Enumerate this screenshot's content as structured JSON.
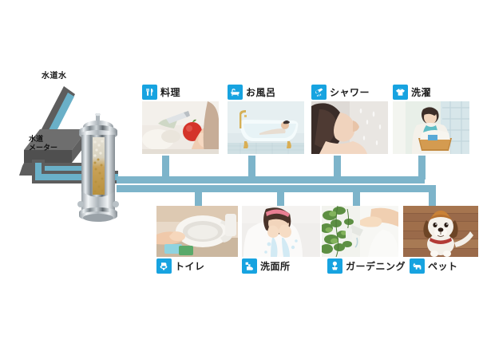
{
  "diagram": {
    "title": "Whole-house water purification system distribution diagram",
    "source_label": "水道水",
    "meter_label_line1": "水道",
    "meter_label_line2": "メーター",
    "pipe_color": "#7db4ca",
    "badge_color": "#17a3e0",
    "inlet_pipe_color": "#6ab0c8",
    "inlet_pipe_casing": "#5e5e5e"
  },
  "device": {
    "name": "water-purifier-unit",
    "body_color": "#c9cdd0",
    "media_color": "#c9a86a"
  },
  "top_row": [
    {
      "id": "cooking",
      "icon": "fork-knife-icon",
      "label": "料理",
      "photo": "kitchen-vegetables-photo"
    },
    {
      "id": "bath",
      "icon": "bathtub-icon",
      "label": "お風呂",
      "photo": "bathtub-person-photo"
    },
    {
      "id": "shower",
      "icon": "showerhead-icon",
      "label": "シャワー",
      "photo": "woman-shower-photo"
    },
    {
      "id": "laundry",
      "icon": "tshirt-icon",
      "label": "洗濯",
      "photo": "woman-laundry-basket-photo"
    }
  ],
  "bottom_row": [
    {
      "id": "toilet",
      "icon": "toilet-icon",
      "label": "トイレ",
      "photo": "toilet-cleaning-photo"
    },
    {
      "id": "washstand",
      "icon": "faucet-hand-icon",
      "label": "洗面所",
      "photo": "woman-washing-face-photo"
    },
    {
      "id": "gardening",
      "icon": "potted-plant-icon",
      "label": "ガーデニング",
      "photo": "gardening-watering-photo"
    },
    {
      "id": "pet",
      "icon": "dog-icon",
      "label": "ペット",
      "photo": "beagle-dog-photo"
    }
  ]
}
